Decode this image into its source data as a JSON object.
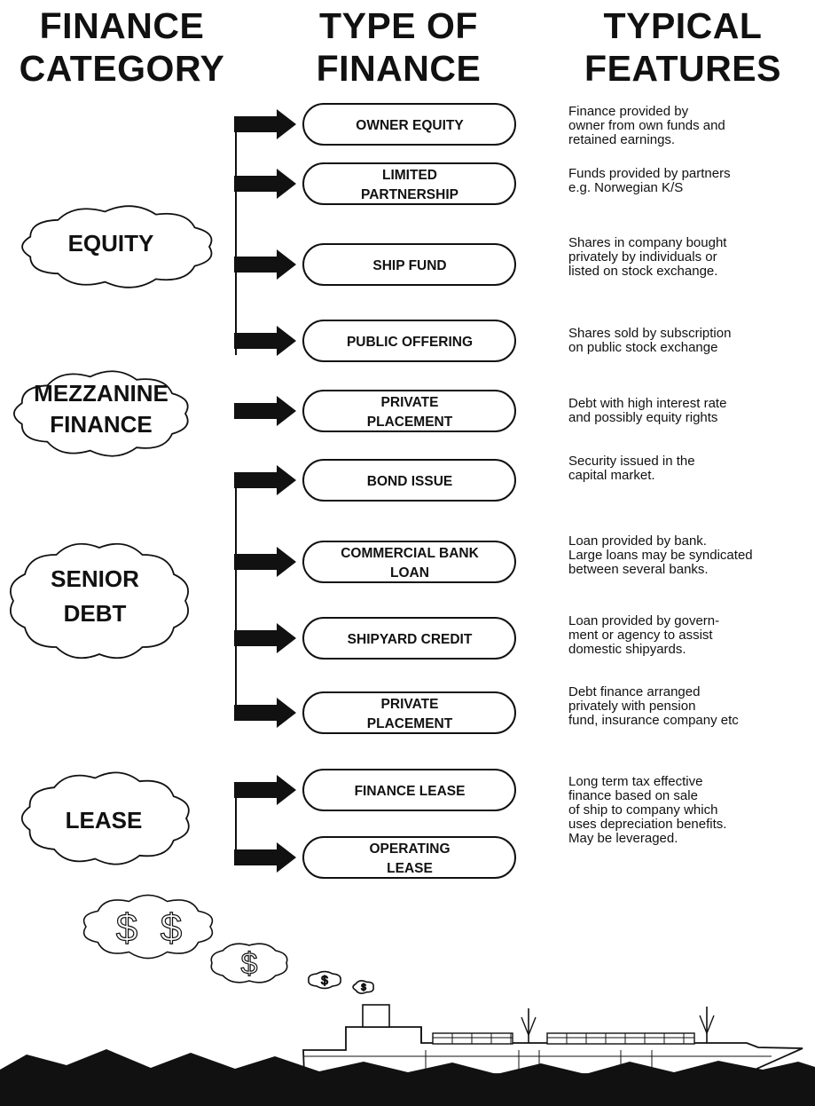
{
  "headers": {
    "category": [
      "FINANCE",
      "CATEGORY"
    ],
    "type": [
      "TYPE OF",
      "FINANCE"
    ],
    "features": [
      "TYPICAL",
      "FEATURES"
    ]
  },
  "categories": {
    "equity": [
      "EQUITY"
    ],
    "mezzanine": [
      "MEZZANINE",
      "FINANCE"
    ],
    "senior_debt": [
      "SENIOR",
      "DEBT"
    ],
    "lease": [
      "LEASE"
    ]
  },
  "types": [
    {
      "lines": [
        "OWNER EQUITY"
      ],
      "feature": "Finance provided by\nowner from own funds and\nretained earnings."
    },
    {
      "lines": [
        "LIMITED",
        "PARTNERSHIP"
      ],
      "feature": "Funds provided by partners\ne.g. Norwegian K/S"
    },
    {
      "lines": [
        "SHIP FUND"
      ],
      "feature": "Shares in company bought\nprivately by individuals or\n listed on stock exchange."
    },
    {
      "lines": [
        "PUBLIC OFFERING"
      ],
      "feature": "Shares sold by subscription\non public stock exchange"
    },
    {
      "lines": [
        "PRIVATE",
        "PLACEMENT"
      ],
      "feature": "Debt with high interest rate\nand possibly equity rights"
    },
    {
      "lines": [
        "BOND ISSUE"
      ],
      "feature": "Security issued in the\ncapital market."
    },
    {
      "lines": [
        "COMMERCIAL BANK",
        "LOAN"
      ],
      "feature": "Loan provided by bank.\nLarge loans may be syndicated\nbetween several banks."
    },
    {
      "lines": [
        "SHIPYARD CREDIT"
      ],
      "feature": "Loan provided by govern-\nment or agency to assist\ndomestic shipyards."
    },
    {
      "lines": [
        "PRIVATE",
        "PLACEMENT"
      ],
      "feature": "Debt finance arranged\nprivately with pension\nfund, insurance company etc"
    },
    {
      "lines": [
        "FINANCE LEASE"
      ],
      "feature": "Long term tax effective\nfinance based on sale\nof ship to company which\nuses depreciation benefits.\nMay be leveraged."
    },
    {
      "lines": [
        "OPERATING",
        "LEASE"
      ],
      "feature": ""
    }
  ],
  "dollar_symbol": "$",
  "colors": {
    "ink": "#111111",
    "paper": "#ffffff"
  }
}
